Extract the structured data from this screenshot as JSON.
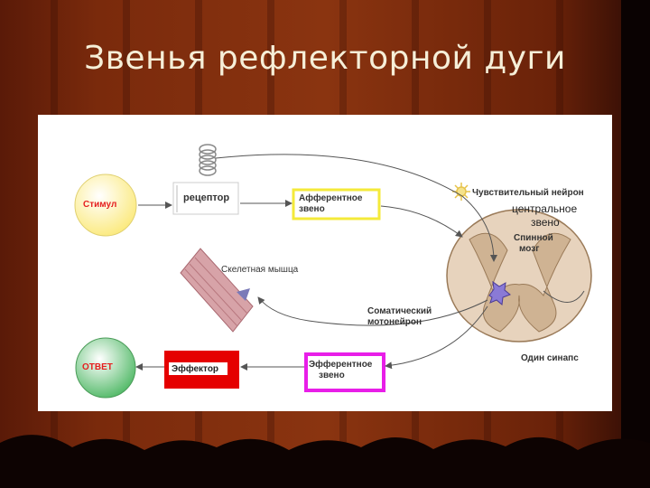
{
  "slide": {
    "title": "Звенья рефлекторной дуги"
  },
  "diagram": {
    "stimulus": "Стимул",
    "receptor": "рецептор",
    "afferent_line1": "Афферентное",
    "afferent_line2": "звено",
    "sensory_neuron": "Чувствительный нейрон",
    "central_line1": "центральное",
    "central_line2": "звено",
    "spinal_line1": "Спинной",
    "spinal_line2": "мозг",
    "skeletal_muscle": "Скелетная мышца",
    "somatic_line1": "Соматический",
    "somatic_line2": "мотонейрон",
    "one_synapse": "Один синапс",
    "efferent_line1": "Эфферентное",
    "efferent_line2": "звено",
    "effector": "Эффектор",
    "response": "ОТВЕТ"
  },
  "colors": {
    "afferent_box": "#f4ea3a",
    "efferent_box": "#e81ee8",
    "effector_box": "#e50000",
    "stimulus_circle": "#fff6a0",
    "response_circle": "#6cc47a",
    "spinal_cord": "#e7d3bd"
  }
}
